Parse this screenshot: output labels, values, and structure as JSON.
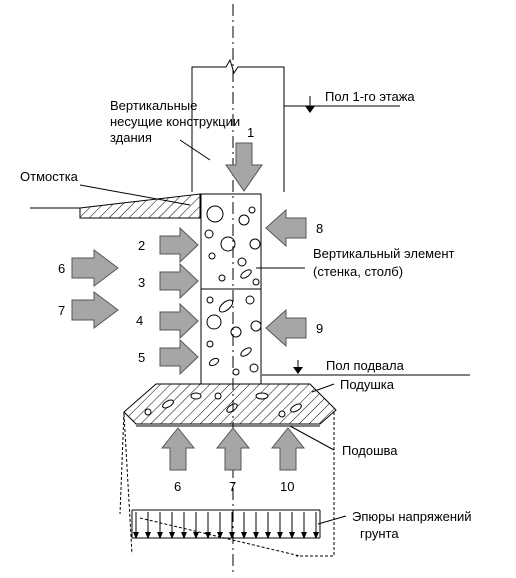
{
  "labels": {
    "floor1": "Пол 1-го этажа",
    "vertical_structures": [
      "Вертикальные",
      "несущие конструкции",
      "здания"
    ],
    "blind_area": "Отмостка",
    "vertical_element": [
      "Вертикальный элемент",
      "(стенка, столб)"
    ],
    "basement_floor": "Пол подвала",
    "cushion": "Подушка",
    "sole": "Подошва",
    "stress_diagram": [
      "Эпюры напряжений",
      "грунта"
    ]
  },
  "arrow_numbers": {
    "top": "1",
    "left_upper": "2",
    "left_mid": "3",
    "left_lower": "4",
    "left_bottom": "5",
    "outer_left_upper": "6",
    "outer_left_lower": "7",
    "right_upper": "8",
    "right_lower": "9",
    "bottom_left": "6",
    "bottom_center": "7",
    "bottom_right": "10"
  },
  "colors": {
    "arrow_fill": "#a6a6a6",
    "line": "#000000"
  }
}
